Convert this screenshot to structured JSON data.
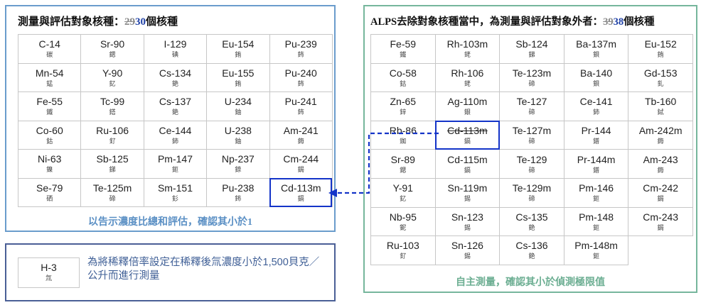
{
  "left": {
    "title_prefix": "測量與評估對象核種：",
    "count_old": "29",
    "count_new": "30",
    "title_suffix": "個核種",
    "note": "以告示濃度比總和評估，確認其小於1",
    "grid": [
      [
        {
          "n": "C-14",
          "k": "碳"
        },
        {
          "n": "Sr-90",
          "k": "鍶"
        },
        {
          "n": "I-129",
          "k": "碘"
        },
        {
          "n": "Eu-154",
          "k": "銪"
        },
        {
          "n": "Pu-239",
          "k": "鈽"
        }
      ],
      [
        {
          "n": "Mn-54",
          "k": "錳"
        },
        {
          "n": "Y-90",
          "k": "釔"
        },
        {
          "n": "Cs-134",
          "k": "銫"
        },
        {
          "n": "Eu-155",
          "k": "銪"
        },
        {
          "n": "Pu-240",
          "k": "鈽"
        }
      ],
      [
        {
          "n": "Fe-55",
          "k": "鐵"
        },
        {
          "n": "Tc-99",
          "k": "鎝"
        },
        {
          "n": "Cs-137",
          "k": "銫"
        },
        {
          "n": "U-234",
          "k": "鈾"
        },
        {
          "n": "Pu-241",
          "k": "鈽"
        }
      ],
      [
        {
          "n": "Co-60",
          "k": "鈷"
        },
        {
          "n": "Ru-106",
          "k": "釕"
        },
        {
          "n": "Ce-144",
          "k": "鈰"
        },
        {
          "n": "U-238",
          "k": "鈾"
        },
        {
          "n": "Am-241",
          "k": "鋂"
        }
      ],
      [
        {
          "n": "Ni-63",
          "k": "鎳"
        },
        {
          "n": "Sb-125",
          "k": "銻"
        },
        {
          "n": "Pm-147",
          "k": "鉕"
        },
        {
          "n": "Np-237",
          "k": "錼"
        },
        {
          "n": "Cm-244",
          "k": "鋦"
        }
      ],
      [
        {
          "n": "Se-79",
          "k": "硒"
        },
        {
          "n": "Te-125m",
          "k": "碲"
        },
        {
          "n": "Sm-151",
          "k": "釤"
        },
        {
          "n": "Pu-238",
          "k": "鈽"
        },
        {
          "n": "Cd-113m",
          "k": "鎘"
        }
      ]
    ]
  },
  "h3": {
    "nuclide": "H-3",
    "kanji": "氚",
    "text": "為將稀釋倍率設定在稀釋後氚濃度小於1,500貝克／公升而進行測量"
  },
  "right": {
    "title_prefix": "ALPS去除對象核種當中，為測量與評估對象外者：",
    "count_old": "39",
    "count_new": "38",
    "title_suffix": "個核種",
    "note": "自主測量，確認其小於偵測極限值",
    "grid": [
      [
        {
          "n": "Fe-59",
          "k": "鐵"
        },
        {
          "n": "Rh-103m",
          "k": "銠"
        },
        {
          "n": "Sb-124",
          "k": "銻"
        },
        {
          "n": "Ba-137m",
          "k": "鋇"
        },
        {
          "n": "Eu-152",
          "k": "銪"
        }
      ],
      [
        {
          "n": "Co-58",
          "k": "鈷"
        },
        {
          "n": "Rh-106",
          "k": "銠"
        },
        {
          "n": "Te-123m",
          "k": "碲"
        },
        {
          "n": "Ba-140",
          "k": "鋇"
        },
        {
          "n": "Gd-153",
          "k": "釓"
        }
      ],
      [
        {
          "n": "Zn-65",
          "k": "鋅"
        },
        {
          "n": "Ag-110m",
          "k": "銀"
        },
        {
          "n": "Te-127",
          "k": "碲"
        },
        {
          "n": "Ce-141",
          "k": "鈰"
        },
        {
          "n": "Tb-160",
          "k": "鋱"
        }
      ],
      [
        {
          "n": "Rb-86",
          "k": "銣"
        },
        {
          "n": "Cd-113m",
          "k": "鎘"
        },
        {
          "n": "Te-127m",
          "k": "碲"
        },
        {
          "n": "Pr-144",
          "k": "鐠"
        },
        {
          "n": "Am-242m",
          "k": "鋂"
        }
      ],
      [
        {
          "n": "Sr-89",
          "k": "鍶"
        },
        {
          "n": "Cd-115m",
          "k": "鎘"
        },
        {
          "n": "Te-129",
          "k": "碲"
        },
        {
          "n": "Pr-144m",
          "k": "鐠"
        },
        {
          "n": "Am-243",
          "k": "鋂"
        }
      ],
      [
        {
          "n": "Y-91",
          "k": "釔"
        },
        {
          "n": "Sn-119m",
          "k": "錫"
        },
        {
          "n": "Te-129m",
          "k": "碲"
        },
        {
          "n": "Pm-146",
          "k": "鉕"
        },
        {
          "n": "Cm-242",
          "k": "鋦"
        }
      ],
      [
        {
          "n": "Nb-95",
          "k": "鈮"
        },
        {
          "n": "Sn-123",
          "k": "錫"
        },
        {
          "n": "Cs-135",
          "k": "銫"
        },
        {
          "n": "Pm-148",
          "k": "鉕"
        },
        {
          "n": "Cm-243",
          "k": "鋦"
        }
      ],
      [
        {
          "n": "Ru-103",
          "k": "釕"
        },
        {
          "n": "Sn-126",
          "k": "錫"
        },
        {
          "n": "Cs-136",
          "k": "銫"
        },
        {
          "n": "Pm-148m",
          "k": "鉕"
        },
        null
      ]
    ]
  },
  "colors": {
    "left_border": "#6a9ccc",
    "right_border": "#76b69c",
    "h3_border": "#4a5f96",
    "highlight": "#1434c8",
    "count": "#1d3fa5"
  }
}
